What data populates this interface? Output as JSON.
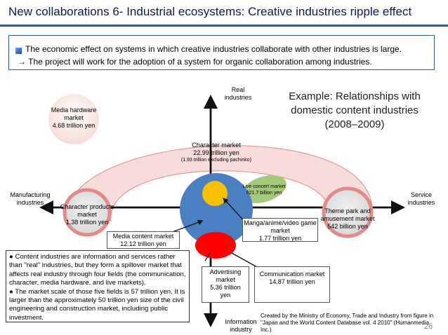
{
  "title": "New collaborations 6- Industrial ecosystems: Creative industries ripple effect",
  "intro": {
    "line1": "The economic effect on systems in which creative industries collaborate with other industries is large.",
    "line2": "→ The project will work for the adoption of a system for organic collaboration among industries."
  },
  "axes": {
    "top": "Real\nindustries",
    "bottom": "Information\nindustry",
    "left": "Manufacturing\nindustries",
    "right": "Service\nindustries"
  },
  "example_title": "Example: Relationships with domestic content industries (2008–2009)",
  "markets": {
    "media_hardware": "Media hardware\nmarket\n4.68 trillion yen",
    "character_market": "Character market\n22.99 trillion yen",
    "character_market_note": "(1.93 trillion excluding pachinko)",
    "live_concert": "Live concert market\n621.7 billion yen",
    "character_products": "Character products\nmarket\n1.38 trillion yen",
    "theme_park": "Theme park and\namusement market\n542 billion yen",
    "manga_anime": "Manga/anime/video game\nmarket\n1.77 trillion yen",
    "media_content": "Media content market\n12.12 trillion yen",
    "advertising": "Advertising\nmarket\n5.36 trillion\nyen",
    "communication": "Communication market\n14.87 trillion yen"
  },
  "note": "● Content industries are information and services rather than \"real\" industries, but they form a spillover market that affects real industry through four fields (the communication, character, media hardware, and live markets).\n● The market scale of those five fields is 57 trillion yen. It is larger than the approximately 50 trillion yen size of the civil engineering and construction market, including public investment.",
  "credit": "Created by the Ministry of Economy, Trade and Industry from figure in \"Japan and the World Content Database vol. 4 2010\" (Humanmedia Inc.)",
  "page_number": "26",
  "colors": {
    "title_rule": "#1f5fb0",
    "content_circle": "#4a7fc1",
    "character_circle": "#f6c200",
    "media_circle": "#ff0000",
    "arc_fill": "#f8dcdc",
    "live_ellipse": "#a5c97a"
  }
}
